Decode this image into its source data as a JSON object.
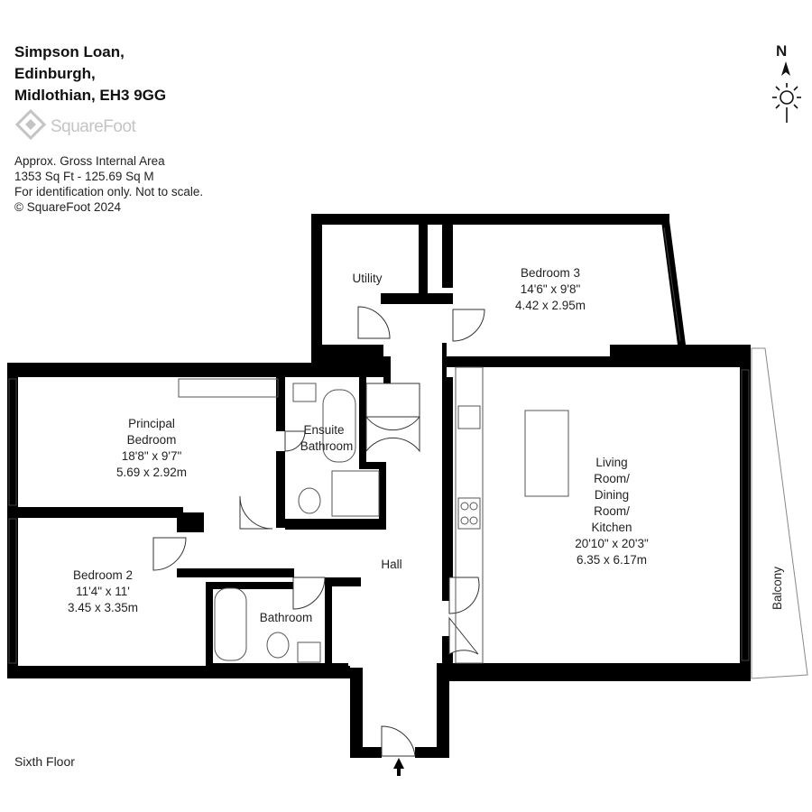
{
  "header": {
    "address_lines": [
      "Simpson Loan,",
      "Edinburgh,",
      "Midlothian, EH3 9GG"
    ],
    "brand": "SquareFoot"
  },
  "info": {
    "line1": "Approx. Gross Internal Area",
    "line2": "1353 Sq Ft  -  125.69 Sq M",
    "line3": "For identification only. Not to scale.",
    "line4": "© SquareFoot 2024"
  },
  "compass": {
    "label": "N"
  },
  "floor": {
    "label": "Sixth Floor"
  },
  "rooms": {
    "utility": {
      "name": "Utility"
    },
    "bedroom3": {
      "name": "Bedroom 3",
      "imperial": "14'6\" x 9'8\"",
      "metric": "4.42 x 2.95m"
    },
    "principal": {
      "name1": "Principal",
      "name2": "Bedroom",
      "imperial": "18'8\" x 9'7\"",
      "metric": "5.69 x 2.92m"
    },
    "ensuite": {
      "name1": "Ensuite",
      "name2": "Bathroom"
    },
    "living": {
      "name1": "Living",
      "name2": "Room/",
      "name3": "Dining",
      "name4": "Room/",
      "name5": "Kitchen",
      "imperial": "20'10\" x 20'3\"",
      "metric": "6.35 x 6.17m"
    },
    "bedroom2": {
      "name": "Bedroom 2",
      "imperial": "11'4\" x 11'",
      "metric": "3.45 x 3.35m"
    },
    "hall": {
      "name": "Hall"
    },
    "bathroom": {
      "name": "Bathroom"
    },
    "balcony": {
      "name": "Balcony"
    }
  },
  "colors": {
    "wall": "#000000",
    "fixture": "#555555",
    "logo": "#c4c4c4"
  }
}
